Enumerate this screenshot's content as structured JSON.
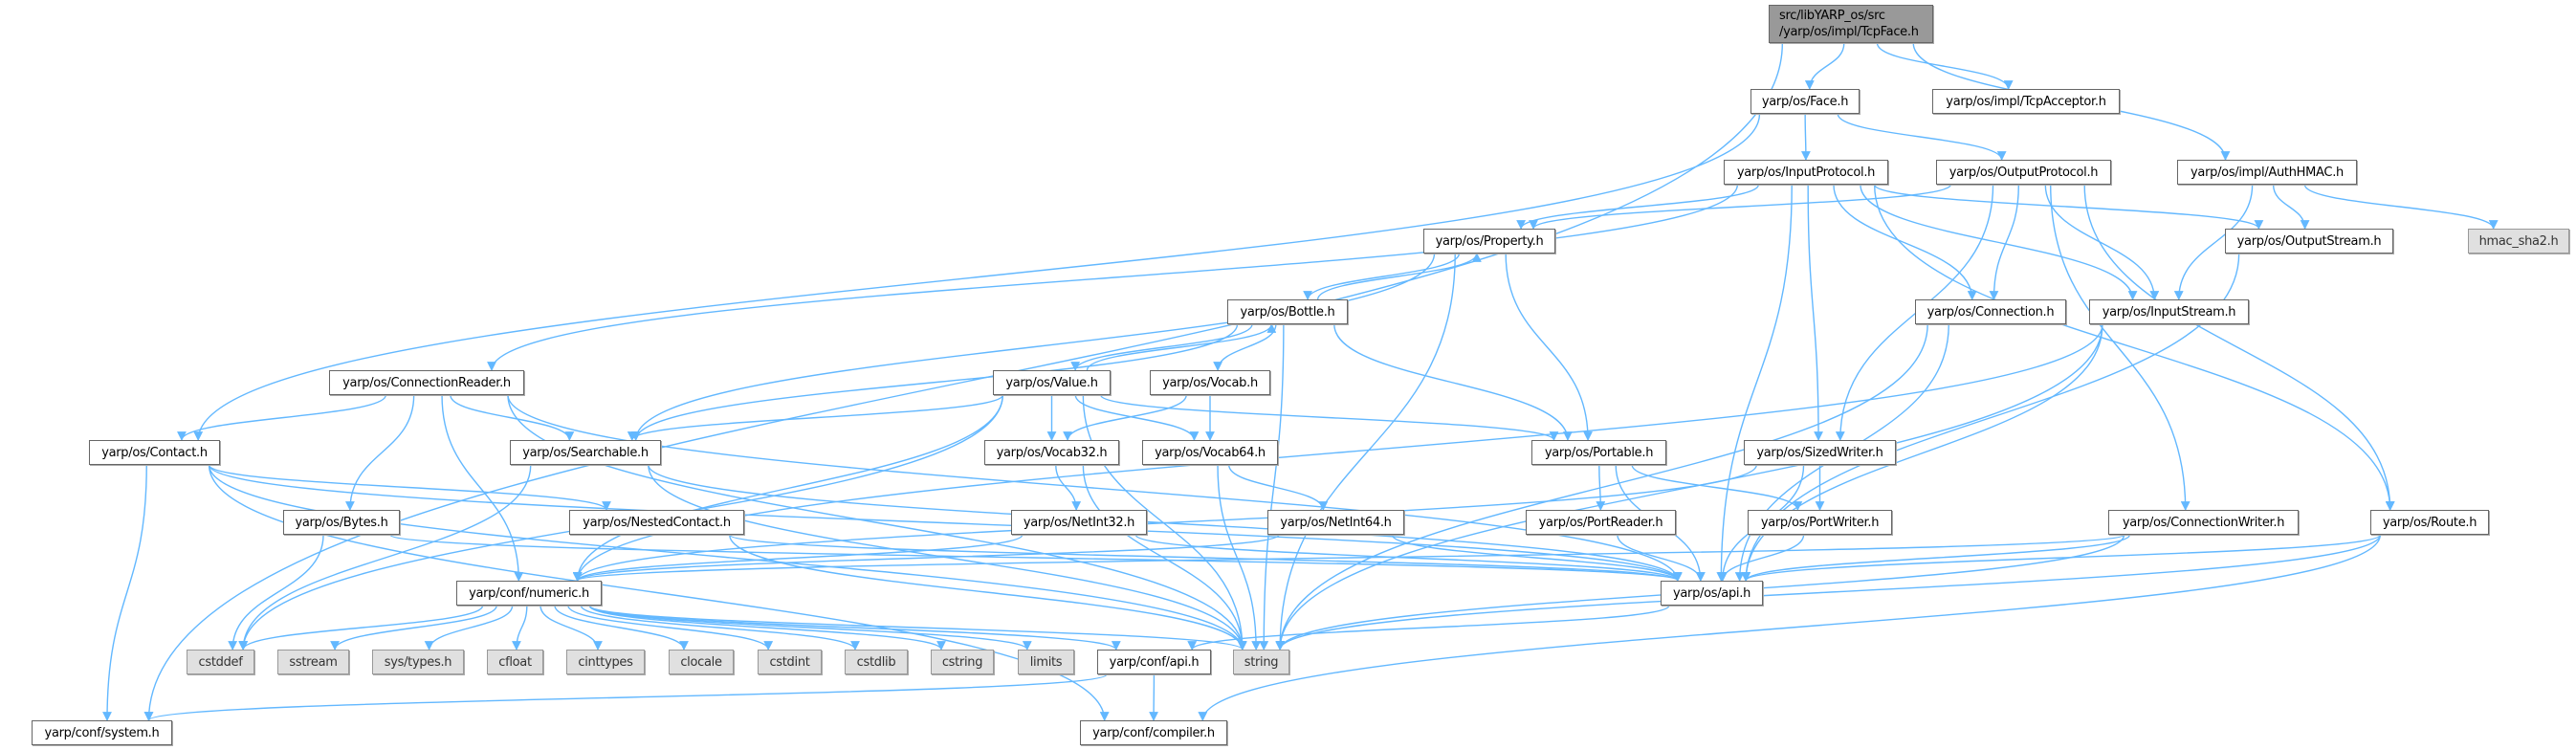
{
  "nodes": {
    "root": {
      "line1": "src/libYARP_os/src",
      "line2": "/yarp/os/impl/TcpFace.h"
    },
    "face": "yarp/os/Face.h",
    "tcpacceptor": "yarp/os/impl/TcpAcceptor.h",
    "inputprotocol": "yarp/os/InputProtocol.h",
    "outputprotocol": "yarp/os/OutputProtocol.h",
    "authhmac": "yarp/os/impl/AuthHMAC.h",
    "property": "yarp/os/Property.h",
    "outputstream": "yarp/os/OutputStream.h",
    "hmac": "hmac_sha2.h",
    "bottle": "yarp/os/Bottle.h",
    "connection": "yarp/os/Connection.h",
    "inputstream": "yarp/os/InputStream.h",
    "connectionreader": "yarp/os/ConnectionReader.h",
    "value": "yarp/os/Value.h",
    "vocab": "yarp/os/Vocab.h",
    "contact": "yarp/os/Contact.h",
    "searchable": "yarp/os/Searchable.h",
    "vocab32": "yarp/os/Vocab32.h",
    "vocab64": "yarp/os/Vocab64.h",
    "portable": "yarp/os/Portable.h",
    "sizedwriter": "yarp/os/SizedWriter.h",
    "bytes": "yarp/os/Bytes.h",
    "nestedcontact": "yarp/os/NestedContact.h",
    "netint32": "yarp/os/NetInt32.h",
    "netint64": "yarp/os/NetInt64.h",
    "portreader": "yarp/os/PortReader.h",
    "portwriter": "yarp/os/PortWriter.h",
    "connectionwriter": "yarp/os/ConnectionWriter.h",
    "route": "yarp/os/Route.h",
    "numeric": "yarp/conf/numeric.h",
    "osapi": "yarp/os/api.h",
    "cstddef": "cstddef",
    "sstream": "sstream",
    "systypes": "sys/types.h",
    "cfloat": "cfloat",
    "cinttypes": "cinttypes",
    "clocale": "clocale",
    "cstdint": "cstdint",
    "cstdlib": "cstdlib",
    "cstring": "cstring",
    "limits": "limits",
    "confapi": "yarp/conf/api.h",
    "string": "string",
    "system": "yarp/conf/system.h",
    "compiler": "yarp/conf/compiler.h"
  },
  "edges": [
    [
      "root",
      "face"
    ],
    [
      "root",
      "tcpacceptor"
    ],
    [
      "root",
      "authhmac"
    ],
    [
      "root",
      "system"
    ],
    [
      "face",
      "inputprotocol"
    ],
    [
      "face",
      "outputprotocol"
    ],
    [
      "face",
      "contact"
    ],
    [
      "inputprotocol",
      "property"
    ],
    [
      "inputprotocol",
      "connectionreader"
    ],
    [
      "inputprotocol",
      "outputstream"
    ],
    [
      "inputprotocol",
      "inputstream"
    ],
    [
      "inputprotocol",
      "connection"
    ],
    [
      "inputprotocol",
      "sizedwriter"
    ],
    [
      "inputprotocol",
      "route"
    ],
    [
      "inputprotocol",
      "osapi"
    ],
    [
      "outputprotocol",
      "property"
    ],
    [
      "outputprotocol",
      "connection"
    ],
    [
      "outputprotocol",
      "inputstream"
    ],
    [
      "outputprotocol",
      "sizedwriter"
    ],
    [
      "outputprotocol",
      "connectionwriter"
    ],
    [
      "outputprotocol",
      "route"
    ],
    [
      "authhmac",
      "inputstream"
    ],
    [
      "authhmac",
      "outputstream"
    ],
    [
      "authhmac",
      "hmac"
    ],
    [
      "property",
      "bottle"
    ],
    [
      "property",
      "searchable"
    ],
    [
      "property",
      "portable"
    ],
    [
      "property",
      "string"
    ],
    [
      "bottle",
      "property"
    ],
    [
      "bottle",
      "value"
    ],
    [
      "bottle",
      "vocab"
    ],
    [
      "bottle",
      "searchable"
    ],
    [
      "bottle",
      "portable"
    ],
    [
      "bottle",
      "string"
    ],
    [
      "value",
      "bottle"
    ],
    [
      "value",
      "searchable"
    ],
    [
      "value",
      "vocab32"
    ],
    [
      "value",
      "vocab64"
    ],
    [
      "value",
      "portable"
    ],
    [
      "value",
      "numeric"
    ],
    [
      "value",
      "cstddef"
    ],
    [
      "value",
      "string"
    ],
    [
      "vocab",
      "vocab32"
    ],
    [
      "vocab",
      "vocab64"
    ],
    [
      "connectionreader",
      "contact"
    ],
    [
      "connectionreader",
      "searchable"
    ],
    [
      "connectionreader",
      "bytes"
    ],
    [
      "connectionreader",
      "numeric"
    ],
    [
      "connectionreader",
      "osapi"
    ],
    [
      "connectionreader",
      "string"
    ],
    [
      "contact",
      "nestedcontact"
    ],
    [
      "contact",
      "system"
    ],
    [
      "contact",
      "compiler"
    ],
    [
      "contact",
      "osapi"
    ],
    [
      "contact",
      "string"
    ],
    [
      "searchable",
      "cstddef"
    ],
    [
      "searchable",
      "osapi"
    ],
    [
      "searchable",
      "string"
    ],
    [
      "bytes",
      "cstddef"
    ],
    [
      "bytes",
      "osapi"
    ],
    [
      "nestedcontact",
      "osapi"
    ],
    [
      "nestedcontact",
      "string"
    ],
    [
      "vocab32",
      "netint32"
    ],
    [
      "vocab32",
      "string"
    ],
    [
      "vocab64",
      "netint64"
    ],
    [
      "vocab64",
      "string"
    ],
    [
      "netint32",
      "numeric"
    ],
    [
      "netint32",
      "osapi"
    ],
    [
      "netint64",
      "numeric"
    ],
    [
      "netint64",
      "osapi"
    ],
    [
      "portable",
      "portreader"
    ],
    [
      "portable",
      "portwriter"
    ],
    [
      "portable",
      "osapi"
    ],
    [
      "portreader",
      "osapi"
    ],
    [
      "portwriter",
      "osapi"
    ],
    [
      "sizedwriter",
      "portwriter"
    ],
    [
      "sizedwriter",
      "osapi"
    ],
    [
      "sizedwriter",
      "numeric"
    ],
    [
      "connection",
      "osapi"
    ],
    [
      "connection",
      "string"
    ],
    [
      "inputstream",
      "osapi"
    ],
    [
      "inputstream",
      "numeric"
    ],
    [
      "inputstream",
      "string"
    ],
    [
      "outputstream",
      "osapi"
    ],
    [
      "connectionwriter",
      "osapi"
    ],
    [
      "connectionwriter",
      "numeric"
    ],
    [
      "connectionwriter",
      "string"
    ],
    [
      "route",
      "osapi"
    ],
    [
      "route",
      "string"
    ],
    [
      "route",
      "compiler"
    ],
    [
      "numeric",
      "cstddef"
    ],
    [
      "numeric",
      "sstream"
    ],
    [
      "numeric",
      "systypes"
    ],
    [
      "numeric",
      "cfloat"
    ],
    [
      "numeric",
      "cinttypes"
    ],
    [
      "numeric",
      "clocale"
    ],
    [
      "numeric",
      "cstdint"
    ],
    [
      "numeric",
      "cstdlib"
    ],
    [
      "numeric",
      "cstring"
    ],
    [
      "numeric",
      "limits"
    ],
    [
      "numeric",
      "confapi"
    ],
    [
      "numeric",
      "string"
    ],
    [
      "osapi",
      "confapi"
    ],
    [
      "confapi",
      "compiler"
    ],
    [
      "confapi",
      "system"
    ]
  ],
  "colors": {
    "edge": "#63b8ff",
    "root_fill": "#999999",
    "system_fill": "#e0e0e0"
  }
}
